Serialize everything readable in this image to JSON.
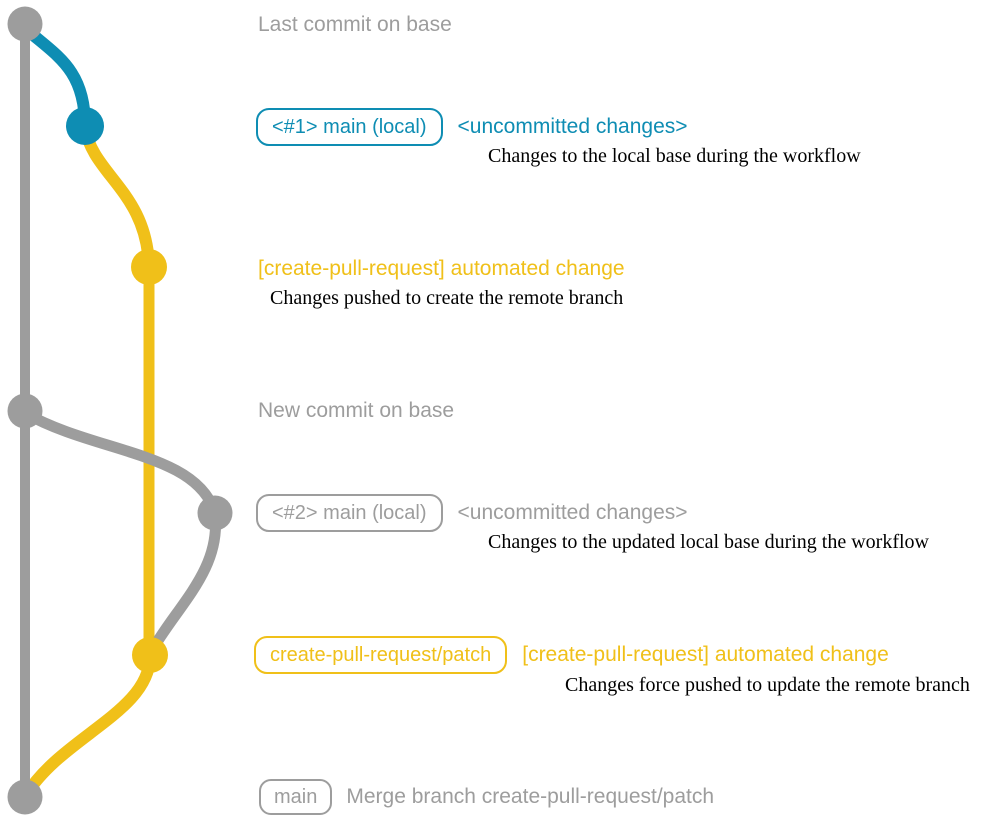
{
  "colors": {
    "gray": "#9d9d9d",
    "blue": "#0e8db3",
    "yellow": "#f0c019",
    "text": "#000000",
    "background": "#ffffff"
  },
  "graph": {
    "events": [
      {
        "title": "Last commit on base"
      },
      {
        "badge": "<#1> main (local)",
        "message": "<uncommitted changes>",
        "description": "Changes to the local base during the workflow"
      },
      {
        "message": "[create-pull-request] automated change",
        "description": "Changes pushed to create the remote branch"
      },
      {
        "title": "New commit on base"
      },
      {
        "badge": "<#2> main (local)",
        "message": "<uncommitted changes>",
        "description": "Changes to the updated local base during the workflow"
      },
      {
        "badge": "create-pull-request/patch",
        "message": "[create-pull-request] automated change",
        "description": "Changes force pushed to update the remote branch"
      },
      {
        "badge": "main",
        "message": "Merge branch create-pull-request/patch"
      }
    ]
  }
}
